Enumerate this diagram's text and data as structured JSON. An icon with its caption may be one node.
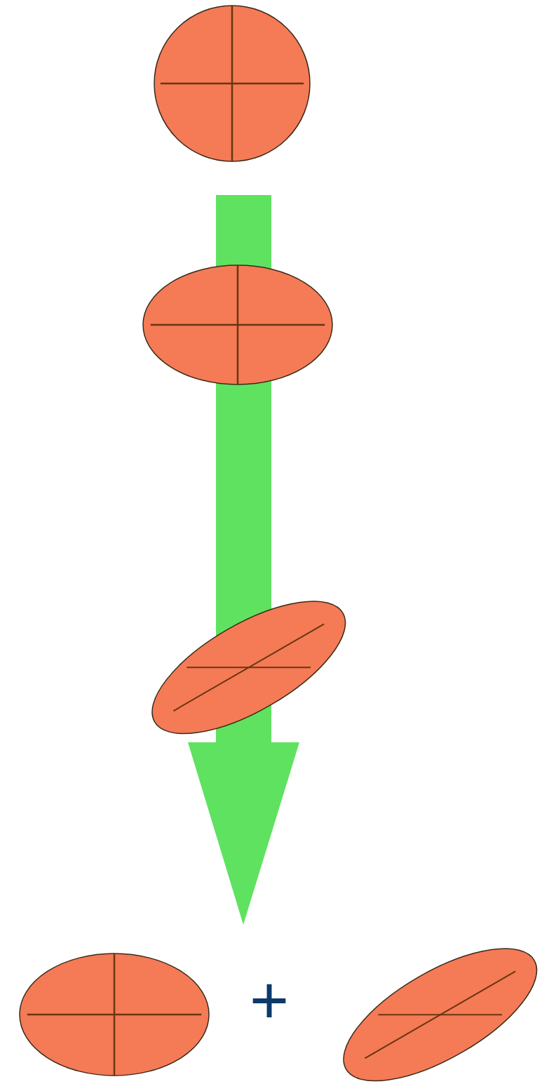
{
  "diagram": {
    "nodes": [
      {
        "text": [],
        "shape": "circle"
      },
      {
        "text": [],
        "shape": "ellipse"
      },
      {
        "text": [],
        "shape": "ellipse"
      },
      {
        "text": [],
        "shape": "ellipse"
      },
      {
        "text": [],
        "shape": "ellipse"
      }
    ],
    "labels": [
      "+"
    ]
  }
}
